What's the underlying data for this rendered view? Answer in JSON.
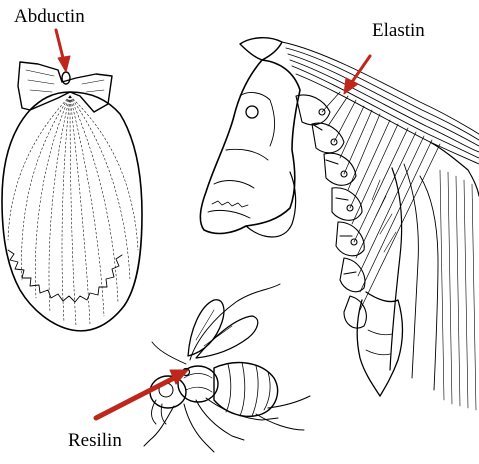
{
  "labels": {
    "abductin": "Abductin",
    "elastin": "Elastin",
    "resilin": "Resilin"
  },
  "colors": {
    "arrow": "#c0271c",
    "ink": "#000000",
    "background": "#ffffff"
  },
  "figures": [
    "scallop-shell",
    "horse-head-and-neck",
    "insect"
  ]
}
